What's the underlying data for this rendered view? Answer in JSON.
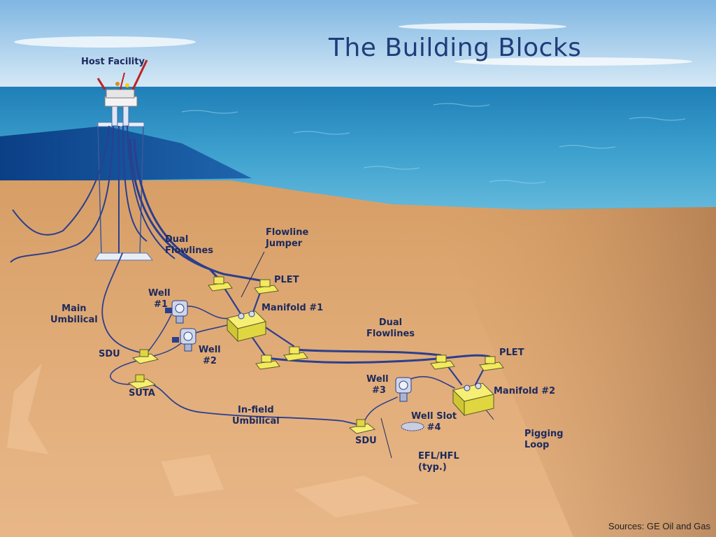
{
  "title": "The Building Blocks",
  "source": "Sources: GE Oil and Gas",
  "colors": {
    "sky": "#bcd9ef",
    "sea": "#3f9cc9",
    "seabed": "#dca46c",
    "pipe": "#2b3f8f",
    "equipment": "#f2ea5c",
    "label": "#1c2a5e"
  },
  "labels": {
    "host_facility": "Host Facility",
    "dual_flowlines_1": [
      "Dual",
      "Flowlines"
    ],
    "flowline_jumper": [
      "Flowline",
      "Jumper"
    ],
    "plet_1": "PLET",
    "manifold_1": "Manifold #1",
    "well_1": [
      "Well",
      "#1"
    ],
    "main_umbilical": [
      "Main",
      "Umbilical"
    ],
    "well_2": [
      "Well",
      "#2"
    ],
    "sdu_1": "SDU",
    "suta": "SUTA",
    "dual_flowlines_2": [
      "Dual",
      "Flowlines"
    ],
    "plet_2": "PLET",
    "well_3": [
      "Well",
      "#3"
    ],
    "manifold_2": "Manifold #2",
    "in_field_umbilical": [
      "In-field",
      "Umbilical"
    ],
    "well_slot_4": [
      "Well Slot",
      "#4"
    ],
    "sdu_2": "SDU",
    "pigging_loop": [
      "Pigging",
      "Loop"
    ],
    "efl_hfl": [
      "EFL/HFL",
      "(typ.)"
    ]
  }
}
